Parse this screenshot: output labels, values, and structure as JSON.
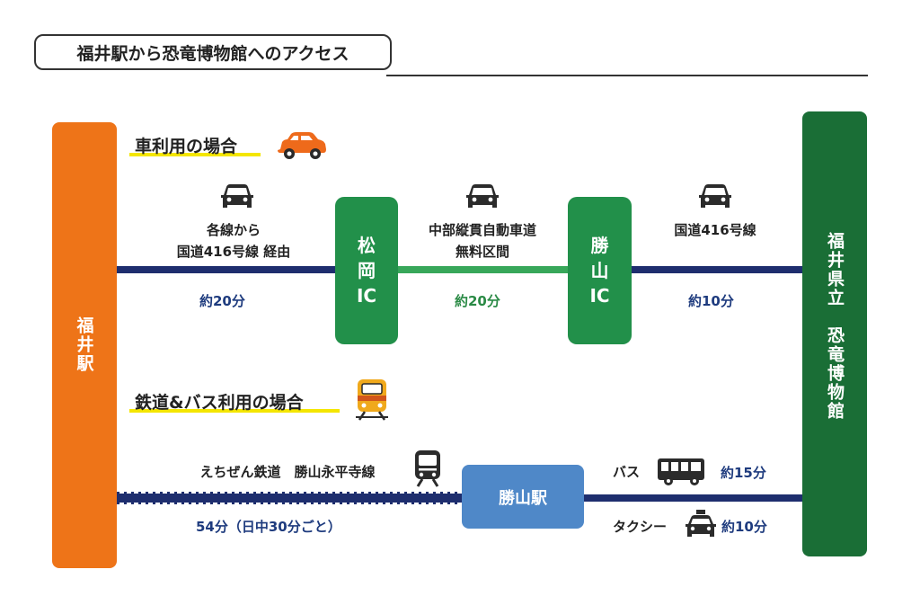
{
  "title": "福井駅から恐竜博物館へのアクセス",
  "start_station": "福井駅",
  "destination": "福井県立　恐竜博物館",
  "car_section": {
    "label": "車利用の場合",
    "segment1": {
      "desc": "各線から\n国道416号線 経由",
      "time": "約20分"
    },
    "ic1": "松\n岡\nIC",
    "segment2": {
      "desc": "中部縦貫自動車道\n無料区間",
      "time": "約20分"
    },
    "ic2": "勝\n山\nIC",
    "segment3": {
      "desc": "国道416号線",
      "time": "約10分"
    }
  },
  "rail_section": {
    "label": "鉄道&バス利用の場合",
    "train_line": "えちぜん鉄道　勝山永平寺線",
    "train_time": "54分（日中30分ごと）",
    "transfer_station": "勝山駅",
    "bus_label": "バス",
    "bus_time": "約15分",
    "taxi_label": "タクシー",
    "taxi_time": "約10分"
  },
  "colors": {
    "fukui_station": "#ee7418",
    "museum": "#1a6e36",
    "ic_box": "#22904a",
    "expressway": "#38a75a",
    "road": "#1e2e6e",
    "katsuyama_station": "#4f88c8",
    "highlight": "#f4e600"
  },
  "icons": [
    "car-front-icon",
    "orange-car-icon",
    "train-icon",
    "bus-icon",
    "taxi-icon"
  ]
}
